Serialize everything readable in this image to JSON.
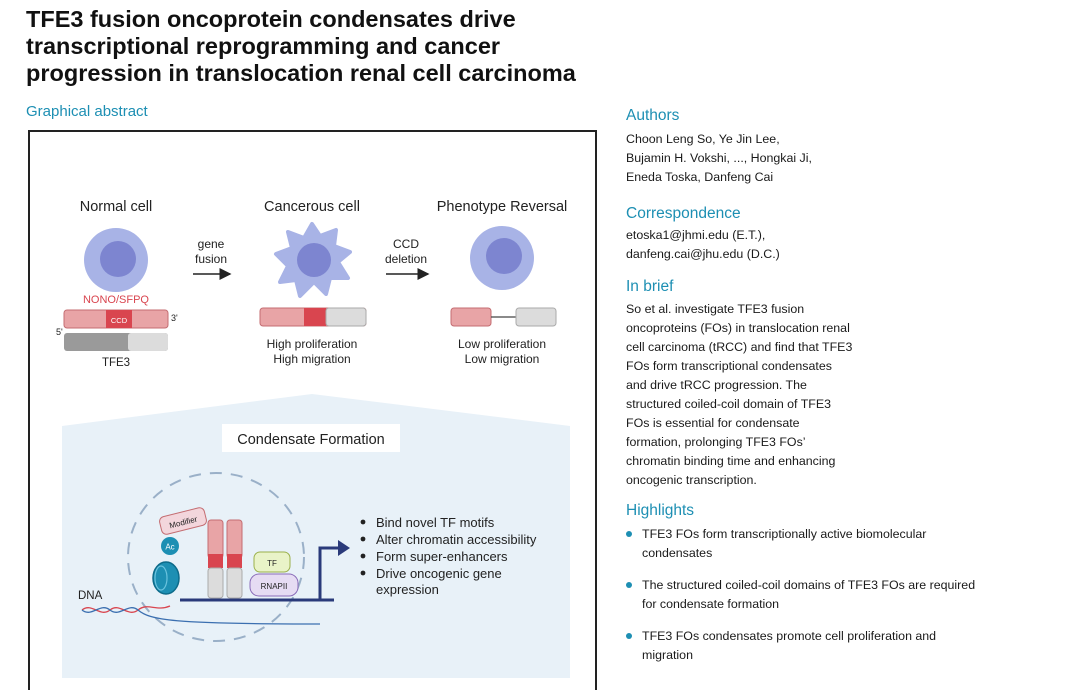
{
  "title_lines": [
    "TFE3 fusion oncoprotein condensates drive",
    "transcriptional reprogramming and cancer",
    "progression in translocation renal cell carcinoma"
  ],
  "graphical_abstract": {
    "label": "Graphical abstract",
    "stages": [
      "Normal cell",
      "Cancerous cell",
      "Phenotype Reversal"
    ],
    "arrow1_lines": [
      "gene",
      "fusion"
    ],
    "arrow2_lines": [
      "CCD",
      "deletion"
    ],
    "fusion_partner": "NONO/SFPQ",
    "ccd_label": "CCD",
    "five_prime": "5'",
    "three_prime": "3'",
    "tfe3_label": "TFE3",
    "cancer_phenotype": [
      "High proliferation",
      "High migration"
    ],
    "reversal_phenotype": [
      "Low proliferation",
      "Low migration"
    ],
    "condensate_title": "Condensate Formation",
    "modifier_label": "Modifier",
    "ac_label": "Ac",
    "tf_label": "TF",
    "rnapii_label": "RNAPII",
    "dna_label": "DNA",
    "bullets": [
      [
        "Bind novel TF motifs"
      ],
      [
        "Alter chromatin accessibility"
      ],
      [
        "Form super-enhancers"
      ],
      [
        "Drive oncogenic gene",
        "expression"
      ]
    ]
  },
  "authors": {
    "heading": "Authors",
    "lines": [
      "Choon Leng So, Ye Jin Lee,",
      "Bujamin H. Vokshi, ..., Hongkai Ji,",
      "Eneda Toska, Danfeng Cai"
    ]
  },
  "correspondence": {
    "heading": "Correspondence",
    "lines": [
      "etoska1@jhmi.edu (E.T.),",
      "danfeng.cai@jhu.edu (D.C.)"
    ]
  },
  "in_brief": {
    "heading": "In brief",
    "lines": [
      "So et al. investigate TFE3 fusion",
      "oncoproteins (FOs) in translocation renal",
      "cell carcinoma (tRCC) and find that TFE3",
      "FOs form transcriptional condensates",
      "and drive tRCC progression. The",
      "structured coiled-coil domain of TFE3",
      "FOs is essential for condensate",
      "formation, prolonging TFE3 FOs’",
      "chromatin binding time and enhancing",
      "oncogenic transcription."
    ]
  },
  "highlights": {
    "heading": "Highlights",
    "items": [
      [
        "TFE3 FOs form transcriptionally active biomolecular",
        "condensates"
      ],
      [
        "The structured coiled-coil domains of TFE3 FOs are required",
        "for condensate formation"
      ],
      [
        "TFE3 FOs condensates promote cell proliferation and",
        "migration"
      ]
    ]
  },
  "colors": {
    "accent": "#1d8fb3",
    "fusion_red": "#e8a4a6",
    "ccd_red": "#d9454f",
    "tfe3_gray": "#b9b9b9",
    "cell_outer": "#a8b3e6",
    "cell_nucleus": "#7d85d0",
    "condensate_bg": "#e8f1f8"
  }
}
